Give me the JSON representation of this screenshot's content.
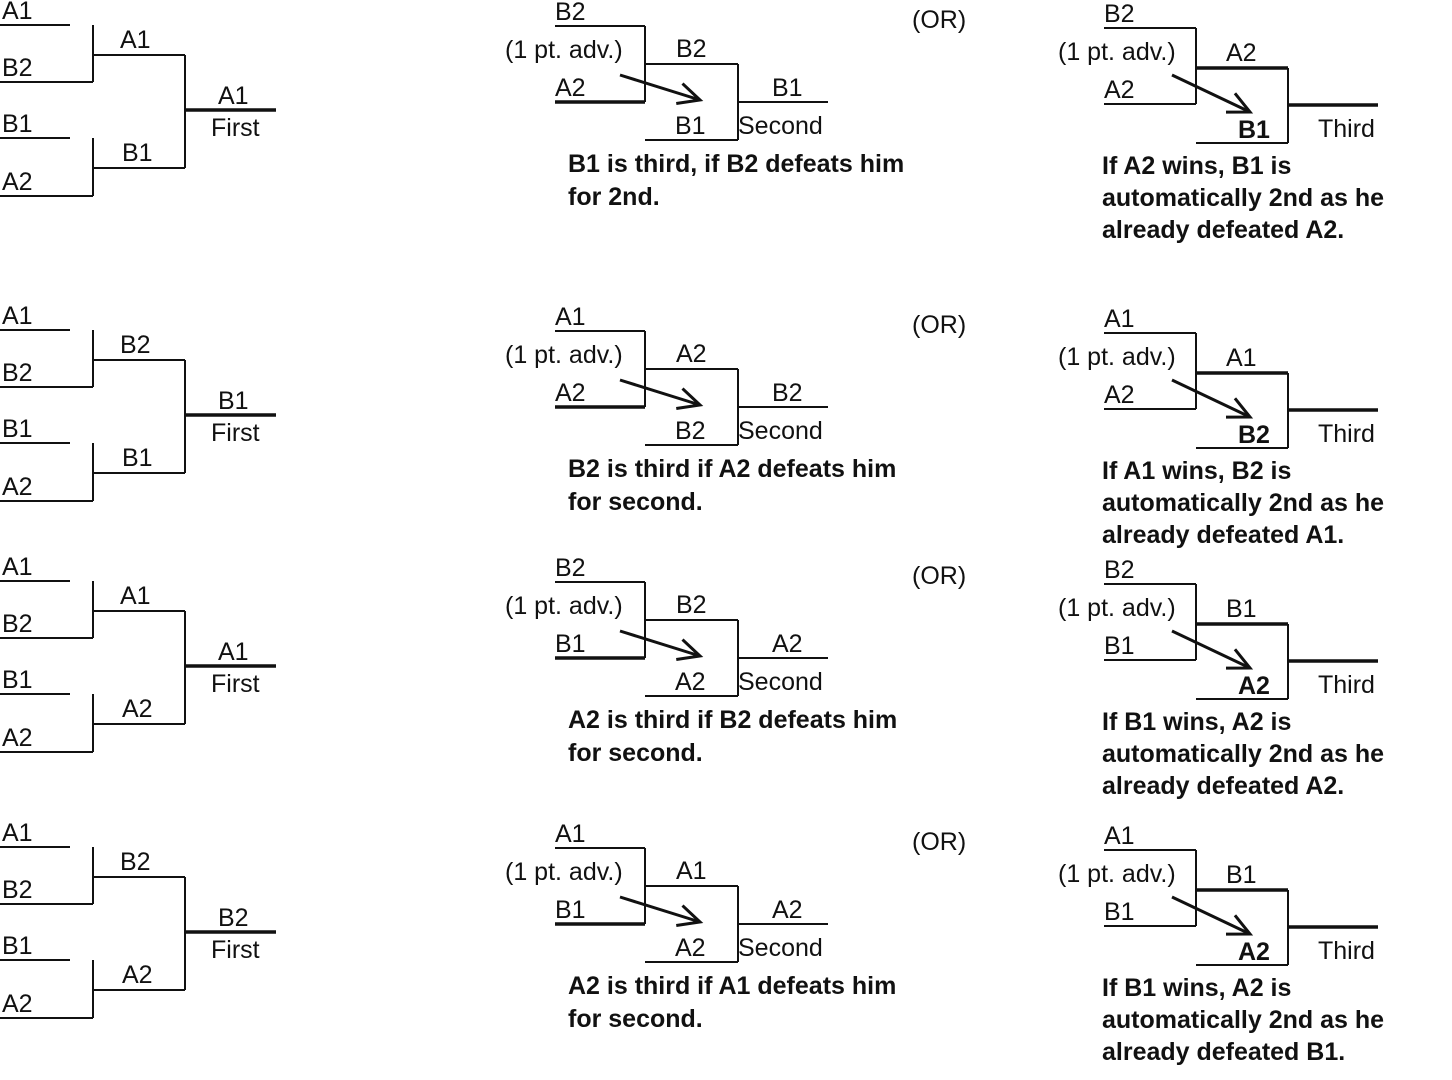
{
  "brackets": [
    {
      "slots": [
        "A1",
        "B2",
        "B1",
        "A2"
      ],
      "semi_winners": [
        "A1",
        "B1"
      ],
      "final_winner": "A1",
      "first_label": "First",
      "second": {
        "top": "B2",
        "adv": "(1 pt. adv.)",
        "bottom": "A2",
        "mid_winner": "B2",
        "opponent": "B1",
        "result": "B1",
        "label": "Second",
        "caption": [
          "B1 is third, if B2 defeats him",
          "for 2nd."
        ]
      },
      "or_label": "(OR)",
      "third": {
        "top": "B2",
        "adv": "(1 pt. adv.)",
        "bottom": "A2",
        "mid_winner": "A2",
        "opponent": "B1",
        "label": "Third",
        "caption": [
          "If A2 wins, B1 is",
          "automatically 2nd as he",
          "already defeated A2."
        ]
      }
    },
    {
      "slots": [
        "A1",
        "B2",
        "B1",
        "A2"
      ],
      "semi_winners": [
        "B2",
        "B1"
      ],
      "final_winner": "B1",
      "first_label": "First",
      "second": {
        "top": "A1",
        "adv": "(1 pt. adv.)",
        "bottom": "A2",
        "mid_winner": "A2",
        "opponent": "B2",
        "result": "B2",
        "label": "Second",
        "caption": [
          "B2 is third if A2 defeats him",
          "for second."
        ]
      },
      "or_label": "(OR)",
      "third": {
        "top": "A1",
        "adv": "(1 pt. adv.)",
        "bottom": "A2",
        "mid_winner": "A1",
        "opponent": "B2",
        "label": "Third",
        "caption": [
          "If A1 wins, B2 is",
          "automatically 2nd as he",
          "already defeated A1."
        ]
      }
    },
    {
      "slots": [
        "A1",
        "B2",
        "B1",
        "A2"
      ],
      "semi_winners": [
        "A1",
        "A2"
      ],
      "final_winner": "A1",
      "first_label": "First",
      "second": {
        "top": "B2",
        "adv": "(1 pt. adv.)",
        "bottom": "B1",
        "mid_winner": "B2",
        "opponent": "A2",
        "result": "A2",
        "label": "Second",
        "caption": [
          "A2 is third if B2 defeats him",
          "for second."
        ]
      },
      "or_label": "(OR)",
      "third": {
        "top": "B2",
        "adv": "(1 pt. adv.)",
        "bottom": "B1",
        "mid_winner": "B1",
        "opponent": "A2",
        "label": "Third",
        "caption": [
          "If B1 wins, A2 is",
          "automatically 2nd as he",
          "already defeated A2."
        ]
      }
    },
    {
      "slots": [
        "A1",
        "B2",
        "B1",
        "A2"
      ],
      "semi_winners": [
        "B2",
        "A2"
      ],
      "final_winner": "B2",
      "first_label": "First",
      "second": {
        "top": "A1",
        "adv": "(1 pt. adv.)",
        "bottom": "B1",
        "mid_winner": "A1",
        "opponent": "A2",
        "result": "A2",
        "label": "Second",
        "caption": [
          "A2 is third if A1 defeats him",
          "for second."
        ]
      },
      "or_label": "(OR)",
      "third": {
        "top": "A1",
        "adv": "(1 pt. adv.)",
        "bottom": "B1",
        "mid_winner": "B1",
        "opponent": "A2",
        "label": "Third",
        "caption": [
          "If B1 wins, A2 is",
          "automatically 2nd as he",
          "already defeated B1."
        ]
      }
    }
  ]
}
